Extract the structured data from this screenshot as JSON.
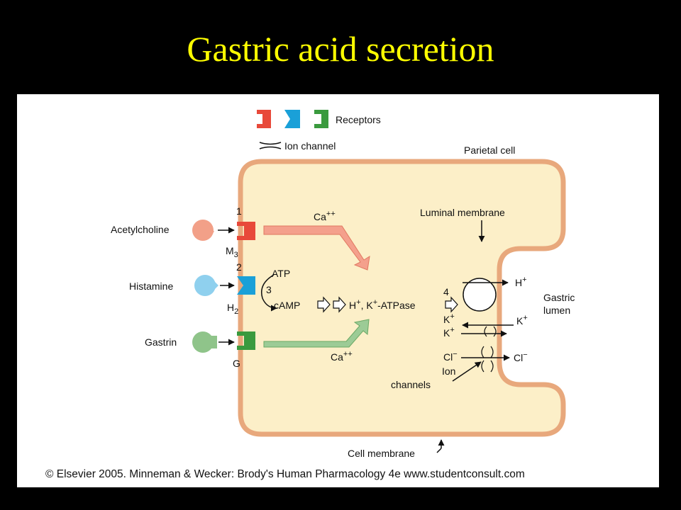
{
  "slide": {
    "title": "Gastric acid secretion"
  },
  "legend": {
    "receptors": "Receptors",
    "ion_channel": "Ion channel"
  },
  "cell": {
    "parietal_cell": "Parietal cell",
    "luminal_membrane": "Luminal membrane",
    "cell_membrane": "Cell membrane",
    "gastric_lumen_line1": "Gastric",
    "gastric_lumen_line2": "lumen"
  },
  "agonists": [
    {
      "name": "Acetylcholine",
      "number": "1",
      "receptor": "M",
      "receptor_sub": "3",
      "color": "#e8493a",
      "ligand_color": "#f2a088"
    },
    {
      "name": "Histamine",
      "number": "2",
      "receptor": "H",
      "receptor_sub": "2",
      "color": "#1aa0d8",
      "ligand_color": "#8fd0ee"
    },
    {
      "name": "Gastrin",
      "number": "",
      "receptor": "G",
      "receptor_sub": "",
      "color": "#3a9a3e",
      "ligand_color": "#8fc48a"
    }
  ],
  "pathway": {
    "ca_top": "Ca",
    "ca_top_sup": "++",
    "ca_bottom": "Ca",
    "ca_bottom_sup": "++",
    "atp": "ATP",
    "step3": "3",
    "camp": "cAMP",
    "atpase_h": "H",
    "atpase_h_sup": "+",
    "atpase_k": ", K",
    "atpase_k_sup": "+",
    "atpase_rest": "-ATPase",
    "step4": "4"
  },
  "ions": {
    "h_out": "H",
    "h_out_sup": "+",
    "k_in": "K",
    "k_in_sup": "+",
    "k_a": "K",
    "k_a_sup": "+",
    "k_b": "K",
    "k_b_sup": "+",
    "cl_in": "Cl",
    "cl_in_sup": "−",
    "cl_out": "Cl",
    "cl_out_sup": "−",
    "ion_channels_line1": "Ion",
    "ion_channels_line2": "channels"
  },
  "colors": {
    "cell_fill": "#fcefc8",
    "membrane": "#e8a87c",
    "ca_arrow_top": "#f4a08c",
    "ca_arrow_bottom": "#9ccb96",
    "title": "#ffff00"
  },
  "copyright": "© Elsevier 2005. Minneman & Wecker: Brody's Human Pharmacology 4e www.studentconsult.com"
}
